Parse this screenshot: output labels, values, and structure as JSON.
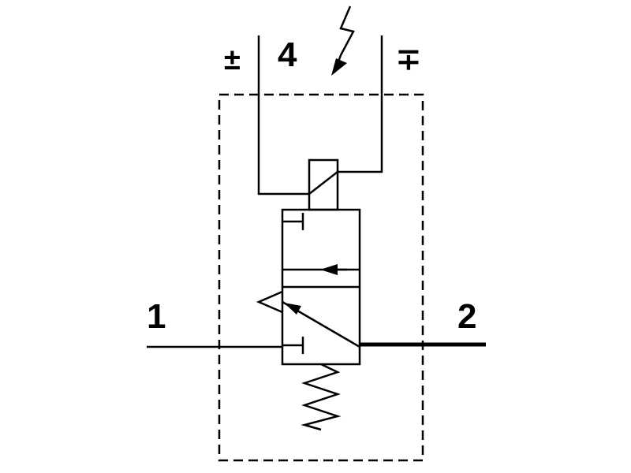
{
  "diagram": {
    "ports": {
      "inlet": "1",
      "outlet": "2",
      "electrical": "4"
    },
    "polarity": {
      "left": "±",
      "right": "∓"
    }
  },
  "colors": {
    "line": "#000000",
    "background": "#ffffff"
  },
  "icons": [
    "lightning-icon",
    "spring-icon",
    "flow-arrow-icon",
    "exhaust-triangle-icon"
  ]
}
